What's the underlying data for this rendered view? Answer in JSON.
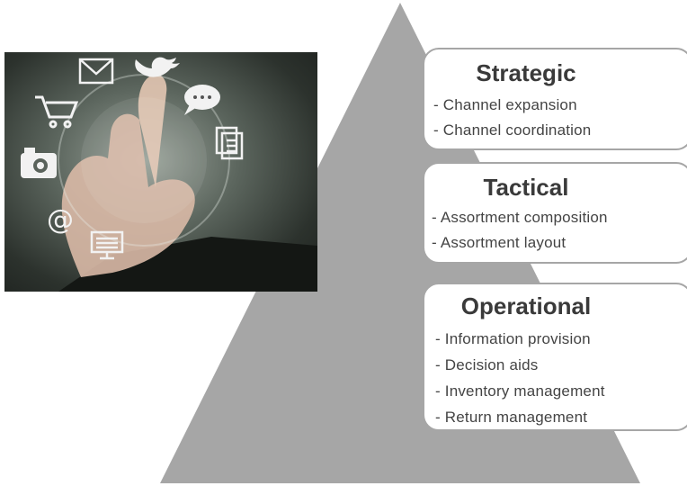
{
  "tiers": [
    {
      "title": "Strategic",
      "items": [
        "- Channel expansion",
        "- Channel coordination"
      ]
    },
    {
      "title": "Tactical",
      "items": [
        "- Assortment composition",
        "- Assortment layout"
      ]
    },
    {
      "title": "Operational",
      "items": [
        "- Information provision",
        "- Decision aids",
        "- Inventory management",
        "- Return management"
      ]
    }
  ],
  "photo": {
    "icons": [
      "mail-icon",
      "bird-icon",
      "chat-bubble-icon",
      "shopping-cart-icon",
      "document-icon",
      "camera-icon",
      "at-sign-icon",
      "monitor-icon"
    ]
  },
  "colors": {
    "pyramid": "#a6a6a6",
    "box_border": "#a6a6a6",
    "title_text": "#3a3a3a",
    "item_text": "#444444"
  }
}
